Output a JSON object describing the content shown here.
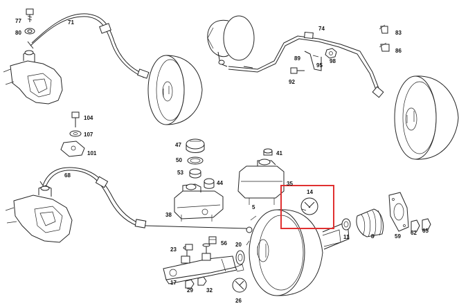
{
  "highlight_color": "#e03030",
  "line_color": "#222222",
  "labels": {
    "p77": "77",
    "p80": "80",
    "p71": "71",
    "p74": "74",
    "p83": "83",
    "p86": "86",
    "p89": "89",
    "p95": "95",
    "p98": "98",
    "p92": "92",
    "p104": "104",
    "p107": "107",
    "p101": "101",
    "p47": "47",
    "p50": "50",
    "p53": "53",
    "p44": "44",
    "p41": "41",
    "p68": "68",
    "p38": "38",
    "p35": "35",
    "p14": "14",
    "p5": "5",
    "p11": "11",
    "p8": "8",
    "p59": "59",
    "p62": "62",
    "p65": "65",
    "p23": "23",
    "p56": "56",
    "p20": "20",
    "p17": "17",
    "p29": "29",
    "p32": "32",
    "p26": "26"
  }
}
